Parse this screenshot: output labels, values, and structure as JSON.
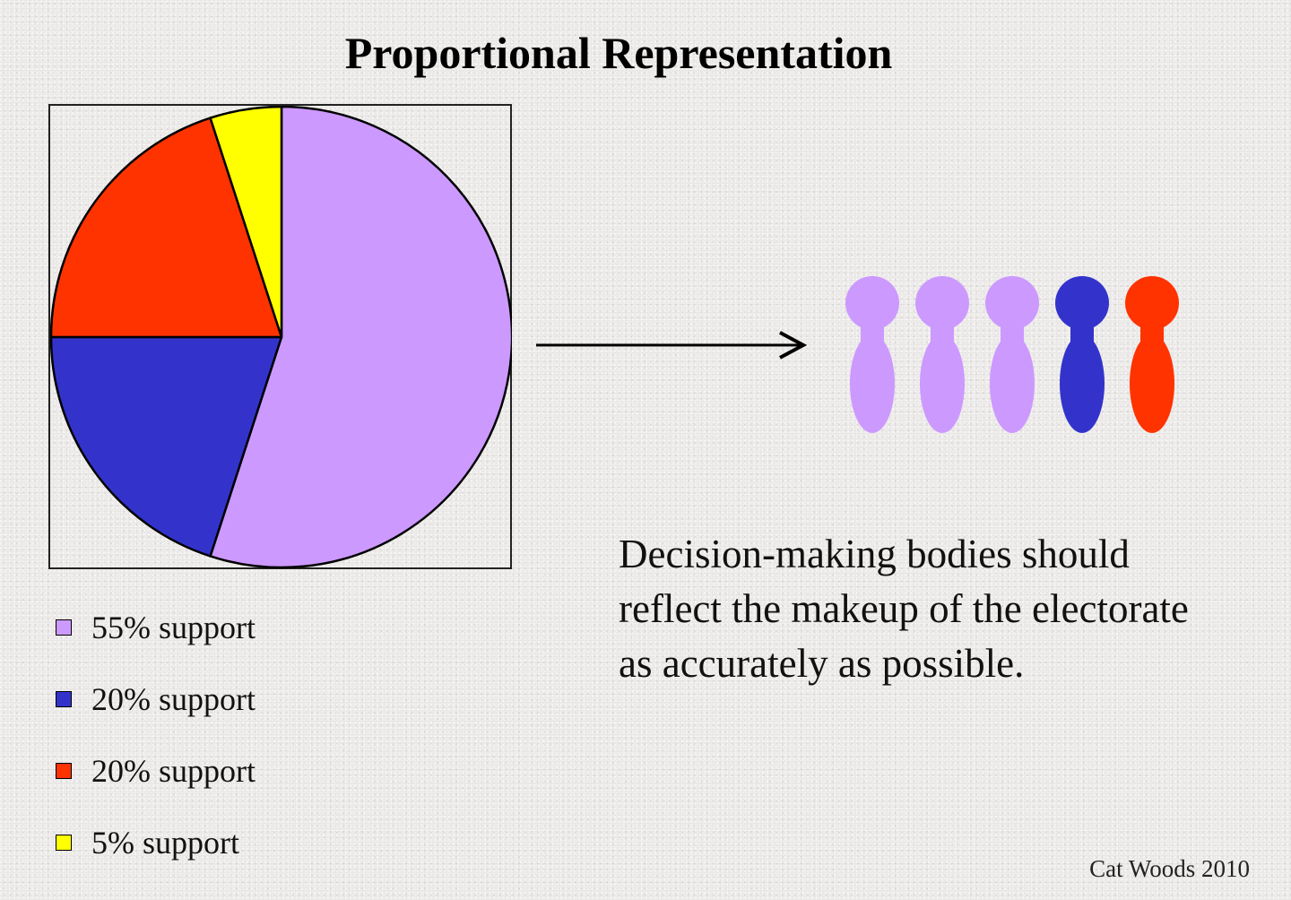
{
  "title": "Proportional Representation",
  "chart_data": {
    "type": "pie",
    "slices": [
      {
        "label": "55% support",
        "value": 55,
        "color": "#cc99ff"
      },
      {
        "label": "20% support",
        "value": 20,
        "color": "#3333cc"
      },
      {
        "label": "20% support",
        "value": 20,
        "color": "#ff3300"
      },
      {
        "label": "5% support",
        "value": 5,
        "color": "#ffff00"
      }
    ],
    "legend_position": "bottom-left"
  },
  "figures": [
    {
      "color": "#cc99ff"
    },
    {
      "color": "#cc99ff"
    },
    {
      "color": "#cc99ff"
    },
    {
      "color": "#3333cc"
    },
    {
      "color": "#ff3300"
    }
  ],
  "caption": {
    "lines": [
      "Decision-making bodies should",
      "reflect the makeup of the electorate",
      "as accurately as possible."
    ]
  },
  "credit": "Cat Woods 2010"
}
